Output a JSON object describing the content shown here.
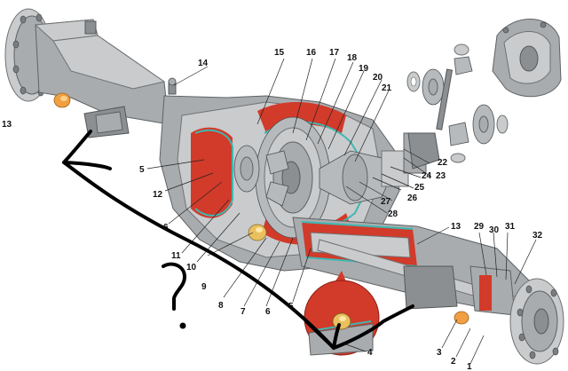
{
  "labels": {
    "l1": "1",
    "l2": "2",
    "l3": "3",
    "l4": "4",
    "l5a": "5",
    "l5b": "5",
    "l6a": "6",
    "l6b": "6",
    "l7": "7",
    "l8": "8",
    "l9": "9",
    "l10": "10",
    "l11": "11",
    "l12": "12",
    "l13a": "13",
    "l13b": "13",
    "l14": "14",
    "l15": "15",
    "l16": "16",
    "l17": "17",
    "l18": "18",
    "l19": "19",
    "l20": "20",
    "l21": "21",
    "l22": "22",
    "l23": "23",
    "l24": "24",
    "l25": "25",
    "l26": "26",
    "l27": "27",
    "l28": "28",
    "l29": "29",
    "l30": "30",
    "l31": "31",
    "l32": "32"
  },
  "annotation": {
    "question_mark": "?"
  },
  "colors": {
    "casting": "#a9acae",
    "cutaway": "#d23a2a",
    "oil_line": "#3fb7b2",
    "plug": "#f0a040",
    "ink": "#000000"
  }
}
